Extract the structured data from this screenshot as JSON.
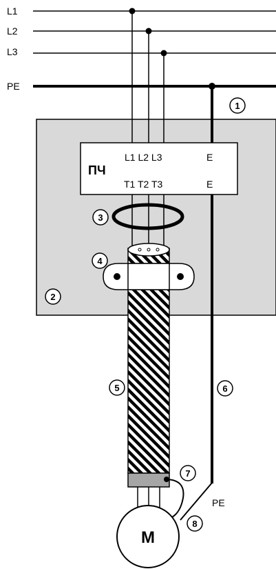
{
  "lines": {
    "l1": "L1",
    "l2": "L2",
    "l3": "L3",
    "pe": "PE"
  },
  "converter": {
    "name": "ПЧ",
    "inputs": "L1 L2 L3",
    "input_earth": "E",
    "outputs": "T1 T2 T3",
    "output_earth": "E"
  },
  "callouts": [
    "1",
    "2",
    "3",
    "4",
    "5",
    "6",
    "7",
    "8"
  ],
  "motor_pe_label": "PE",
  "motor_label": "M",
  "colors": {
    "panel": "#d9d9d9",
    "line": "#000000",
    "braid": "#c0c0c0"
  }
}
